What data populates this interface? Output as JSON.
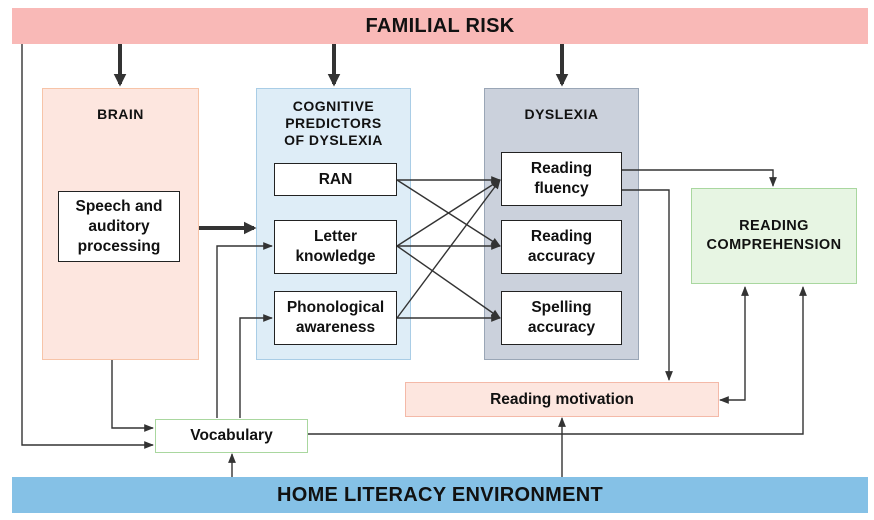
{
  "bands": {
    "top": "FAMILIAL RISK",
    "bottom": "HOME LITERACY ENVIRONMENT"
  },
  "regions": {
    "brain": "BRAIN",
    "cognitive": "COGNITIVE PREDICTORS OF DYSLEXIA",
    "dyslexia": "DYSLEXIA",
    "comprehension": "READING COMPREHENSION"
  },
  "nodes": {
    "speech": "Speech and auditory processing",
    "ran": "RAN",
    "letter": "Letter knowledge",
    "phon": "Phonological awareness",
    "fluency": "Reading fluency",
    "accuracy": "Reading accuracy",
    "spelling": "Spelling accuracy",
    "motivation": "Reading motivation",
    "vocabulary": "Vocabulary"
  },
  "colors": {
    "familial_band": "#f9b9b7",
    "home_band": "#85c1e6",
    "brain_fill": "#fde6df",
    "brain_border": "#f7c4a8",
    "cognitive_fill": "#deedf7",
    "cognitive_border": "#a9cde6",
    "dyslexia_fill": "#cbd1dc",
    "dyslexia_border": "#9aa6b6",
    "comprehension_fill": "#e7f5e3",
    "comprehension_border": "#a9d79f",
    "motivation_fill": "#fde6df",
    "motivation_border": "#f4b9a8",
    "vocabulary_border": "#a9d79f",
    "arrow": "#333333"
  }
}
